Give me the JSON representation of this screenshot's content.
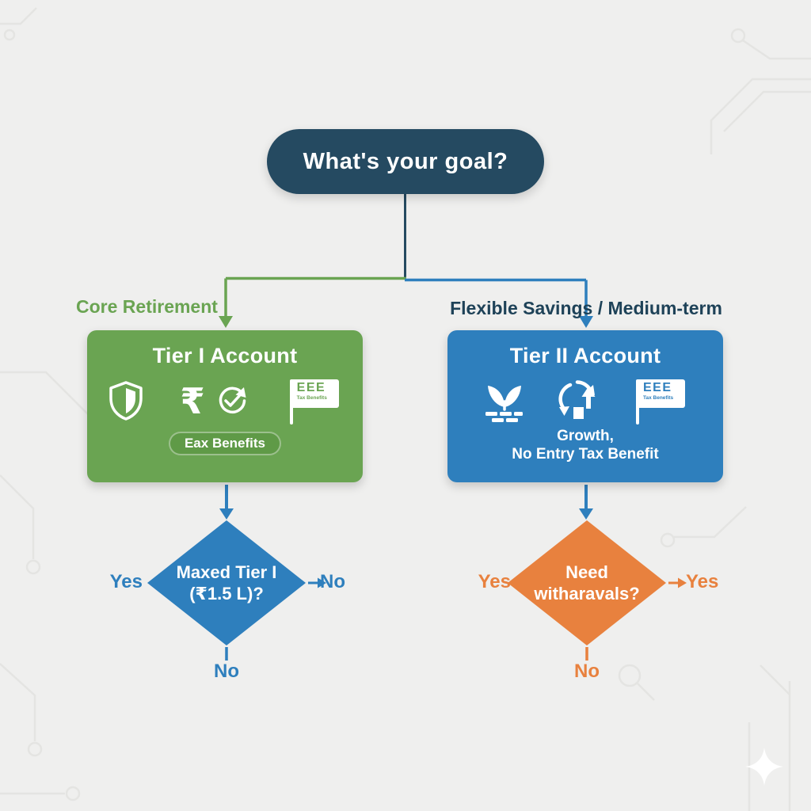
{
  "colors": {
    "background": "#efefee",
    "navy": "#254a61",
    "navy_text": "#1e4258",
    "green": "#6aa452",
    "green_badge": "#5f9a47",
    "blue": "#2e7fbd",
    "orange": "#e8813e",
    "trace": "#e4e4e2",
    "white": "#ffffff"
  },
  "root_question": {
    "label": "What's your goal?"
  },
  "branches": {
    "left_label": "Core Retirement",
    "right_label": "Flexible Savings / Medium-term"
  },
  "tier1_card": {
    "title": "Tier I Account",
    "icons": [
      "shield-icon",
      "rupee-icon",
      "refresh-check-icon",
      "eee-flag-icon"
    ],
    "rupee_glyph": "₹",
    "flag": {
      "big": "EEE",
      "small": "Tax Benefits"
    },
    "badge": "Eax Benefits"
  },
  "tier2_card": {
    "title": "Tier II Account",
    "icons": [
      "plant-growth-icon",
      "withdraw-cycle-icon",
      "eee-flag-icon"
    ],
    "flag": {
      "big": "EEE",
      "small": "Tax Benefits"
    },
    "caption_line1": "Growth,",
    "caption_line2": "No Entry Tax Benefit"
  },
  "tier1_decision": {
    "line1": "Maxed Tier I",
    "line2": "(₹1.5 L)?",
    "left_label": "Yes",
    "right_label": "No",
    "bottom_label": "No"
  },
  "tier2_decision": {
    "line1": "Need",
    "line2": "witharavals?",
    "left_label": "Yes",
    "right_label": "Yes",
    "bottom_label": "No"
  }
}
